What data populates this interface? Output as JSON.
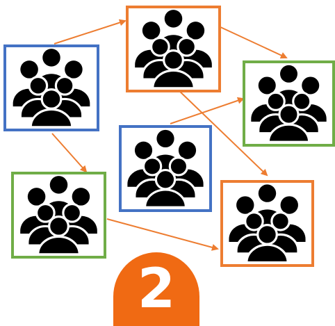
{
  "colors": {
    "blue": "#4472c4",
    "orange": "#ed7d31",
    "green": "#70ad47",
    "arrow": "#ed7d31",
    "badge": "#f06a13",
    "icon": "#000000"
  },
  "nodes": [
    {
      "id": "left-top",
      "border": "blue",
      "icon": "group-of-people-icon"
    },
    {
      "id": "top-center",
      "border": "orange",
      "icon": "group-of-people-icon"
    },
    {
      "id": "right-top",
      "border": "green",
      "icon": "group-of-people-icon"
    },
    {
      "id": "center",
      "border": "blue",
      "icon": "group-of-people-icon"
    },
    {
      "id": "left-bottom",
      "border": "green",
      "icon": "group-of-people-icon"
    },
    {
      "id": "right-bottom",
      "border": "orange",
      "icon": "group-of-people-icon"
    }
  ],
  "edges": [
    {
      "from": "left-top",
      "to": "top-center"
    },
    {
      "from": "top-center",
      "to": "right-top"
    },
    {
      "from": "top-center",
      "to": "right-bottom"
    },
    {
      "from": "center",
      "to": "right-top"
    },
    {
      "from": "left-top",
      "to": "left-bottom"
    },
    {
      "from": "left-bottom",
      "to": "right-bottom"
    }
  ],
  "badge": {
    "number": "2"
  }
}
